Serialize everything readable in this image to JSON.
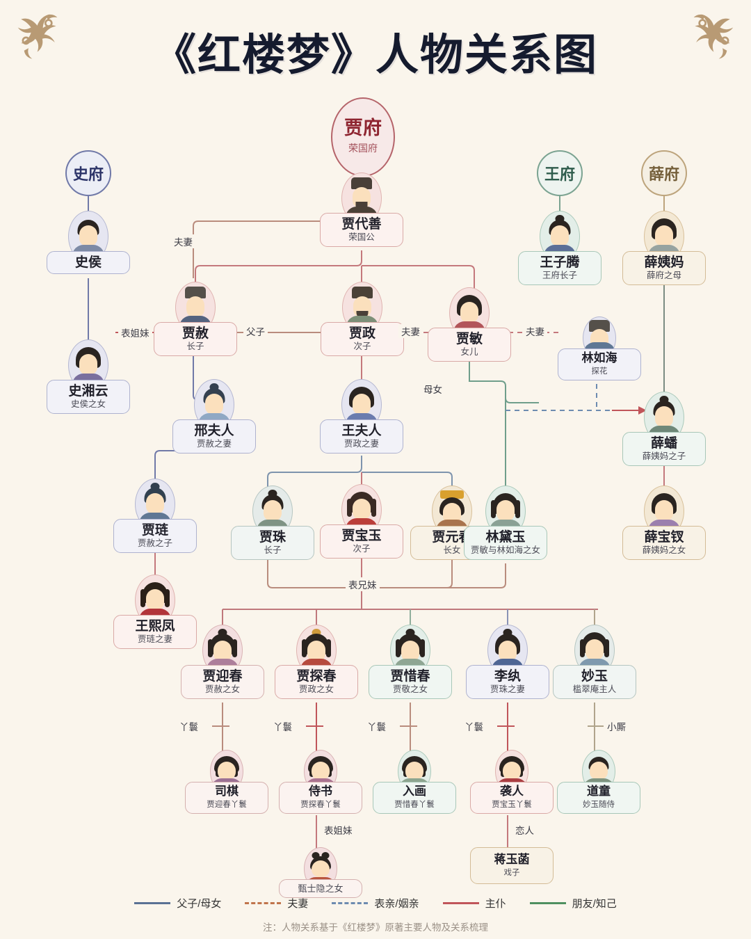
{
  "title": "《红楼梦》人物关系图",
  "root": {
    "name": "贾府",
    "sub": "荣国府"
  },
  "houses": [
    {
      "id": "shi",
      "label": "史府"
    },
    {
      "id": "wang",
      "label": "王府"
    },
    {
      "id": "xue",
      "label": "薛府"
    }
  ],
  "people": [
    {
      "id": "jiadaishan",
      "name": "贾代善",
      "sub": "荣国公"
    },
    {
      "id": "shihou",
      "name": "史侯",
      "sub": ""
    },
    {
      "id": "wangziteng",
      "name": "王子腾",
      "sub": "王府长子"
    },
    {
      "id": "xueyima",
      "name": "薛姨妈",
      "sub": "薛府之母"
    },
    {
      "id": "jiashe",
      "name": "贾赦",
      "sub": "长子"
    },
    {
      "id": "jiazheng",
      "name": "贾政",
      "sub": "次子"
    },
    {
      "id": "jiamin",
      "name": "贾敏",
      "sub": "女儿"
    },
    {
      "id": "linruhai",
      "name": "林如海",
      "sub": "探花"
    },
    {
      "id": "shixiangyun",
      "name": "史湘云",
      "sub": "史侯之女"
    },
    {
      "id": "xingfuren",
      "name": "邢夫人",
      "sub": "贾赦之妻"
    },
    {
      "id": "wangfuren",
      "name": "王夫人",
      "sub": "贾政之妻"
    },
    {
      "id": "xuepan",
      "name": "薛蟠",
      "sub": "薛姨妈之子"
    },
    {
      "id": "jialian",
      "name": "贾琏",
      "sub": "贾赦之子"
    },
    {
      "id": "jiazhu",
      "name": "贾珠",
      "sub": "长子"
    },
    {
      "id": "jiabaoyu",
      "name": "贾宝玉",
      "sub": "次子"
    },
    {
      "id": "jiayuanchun",
      "name": "贾元春",
      "sub": "长女"
    },
    {
      "id": "lindaiyu",
      "name": "林黛玉",
      "sub": "贾敏与林如海之女"
    },
    {
      "id": "xuebaochai",
      "name": "薛宝钗",
      "sub": "薛姨妈之女"
    },
    {
      "id": "wangxifeng",
      "name": "王熙凤",
      "sub": "贾琏之妻"
    },
    {
      "id": "jiayingchun",
      "name": "贾迎春",
      "sub": "贾赦之女"
    },
    {
      "id": "jiatanchun",
      "name": "贾探春",
      "sub": "贾政之女"
    },
    {
      "id": "jiaxichun",
      "name": "贾惜春",
      "sub": "贾敬之女"
    },
    {
      "id": "liwan",
      "name": "李纨",
      "sub": "贾珠之妻"
    },
    {
      "id": "miaoyu",
      "name": "妙玉",
      "sub": "槛翠庵主人"
    },
    {
      "id": "siqi",
      "name": "司棋",
      "sub": "贾迎春丫鬟"
    },
    {
      "id": "shishu",
      "name": "侍书",
      "sub": "贾探春丫鬟"
    },
    {
      "id": "ruhua",
      "name": "入画",
      "sub": "贾惜春丫鬟"
    },
    {
      "id": "xiren",
      "name": "袭人",
      "sub": "贾宝玉丫鬟"
    },
    {
      "id": "daotong",
      "name": "道童",
      "sub": "妙玉随侍"
    },
    {
      "id": "zhenshiyinnv",
      "name": "",
      "sub": "甄士隐之女"
    },
    {
      "id": "jiangyuhan",
      "name": "蒋玉菡",
      "sub": "戏子"
    }
  ],
  "edge_labels": {
    "fuqi1": "夫妻",
    "biaojiemei1": "表姐妹",
    "fuzi1": "父子",
    "fuqi2": "夫妻",
    "fuqi3": "夫妻",
    "munv1": "母女",
    "biaoxiongmei": "表兄妹",
    "yahuan1": "丫鬟",
    "yahuan2": "丫鬟",
    "yahuan3": "丫鬟",
    "yahuan4": "丫鬟",
    "xiaosi": "小厮",
    "biaojiemei2": "表姐妹",
    "lianren": "恋人"
  },
  "legend": [
    {
      "label": "父子/母女",
      "color": "#5a7194",
      "style": "solid"
    },
    {
      "label": "夫妻",
      "color": "#c0744c",
      "style": "dashed"
    },
    {
      "label": "表亲/姻亲",
      "color": "#6d8bb0",
      "style": "dashed"
    },
    {
      "label": "主仆",
      "color": "#c0555a",
      "style": "solid"
    },
    {
      "label": "朋友/知己",
      "color": "#4f9060",
      "style": "solid"
    }
  ],
  "note": "注：人物关系基于《红楼梦》原著主要人物及关系梳理"
}
